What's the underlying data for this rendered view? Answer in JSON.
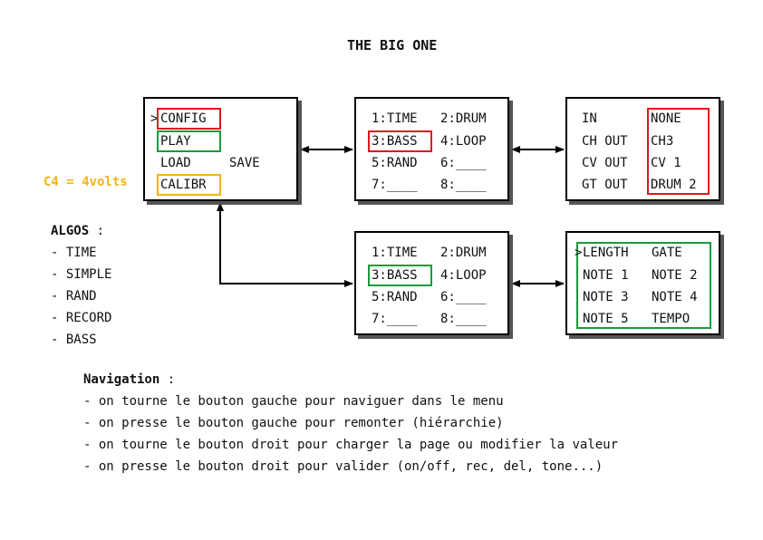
{
  "title": "THE BIG ONE",
  "main_menu": {
    "cursor": ">",
    "items": [
      "CONFIG",
      "PLAY",
      "LOAD",
      "SAVE",
      "CALIBR"
    ]
  },
  "calibr_note": "C4 = 4volts",
  "algo_menu_top": {
    "cells": [
      "1:TIME",
      "2:DRUM",
      "3:BASS",
      "4:LOOP",
      "5:RAND",
      "6:____",
      "7:____",
      "8:____"
    ]
  },
  "algo_menu_bottom": {
    "cells": [
      "1:TIME",
      "2:DRUM",
      "3:BASS",
      "4:LOOP",
      "5:RAND",
      "6:____",
      "7:____",
      "8:____"
    ]
  },
  "config_box": {
    "labels": [
      "IN",
      "CH OUT",
      "CV OUT",
      "GT OUT"
    ],
    "values": [
      "NONE",
      "CH3",
      "CV 1",
      "DRUM 2"
    ]
  },
  "params_box": {
    "cursor": ">",
    "cells": [
      "LENGTH",
      "GATE",
      "NOTE 1",
      "NOTE 2",
      "NOTE 3",
      "NOTE 4",
      "NOTE 5",
      "TEMPO"
    ]
  },
  "algos": {
    "heading": "ALGOS",
    "colon": " :",
    "items": [
      "- TIME",
      "- SIMPLE",
      "- RAND",
      "- RECORD",
      "- BASS"
    ]
  },
  "navigation": {
    "heading": "Navigation",
    "colon": " :",
    "lines": [
      "- on tourne le bouton gauche pour naviguer dans le menu",
      "- on presse le bouton gauche pour remonter (hiérarchie)",
      "- on tourne le bouton droit pour charger la page ou modifier la valeur",
      "- on presse le bouton droit pour valider (on/off, rec, del, tone...)"
    ]
  },
  "colors": {
    "red": "#e0161e",
    "green": "#1a9a3a",
    "orange": "#f5b21a"
  }
}
